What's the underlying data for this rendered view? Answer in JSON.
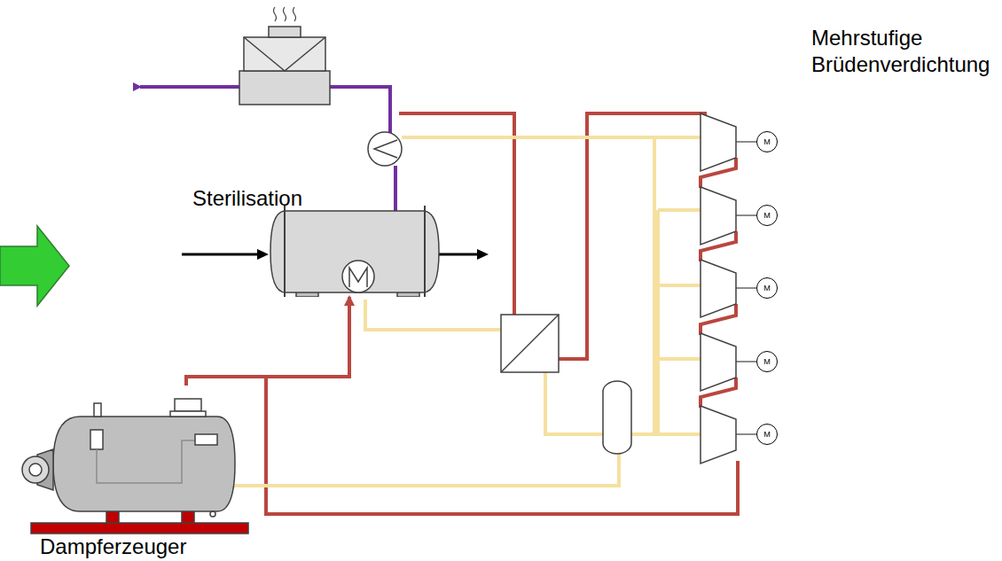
{
  "diagram": {
    "nodes": [
      {
        "text": [
          "Sterilisation"
        ]
      },
      {
        "text": [
          "Dampferzeuger"
        ]
      },
      {
        "text": [
          "M"
        ]
      },
      {
        "text": [
          "M"
        ]
      },
      {
        "text": [
          "M"
        ]
      },
      {
        "text": [
          "M"
        ]
      },
      {
        "text": [
          "M"
        ]
      }
    ],
    "edges": [
      {
        "from": 1,
        "to": 0,
        "arrow": "to"
      }
    ],
    "labels": [
      "Mehrstufige Brüdenverdichtung"
    ]
  }
}
